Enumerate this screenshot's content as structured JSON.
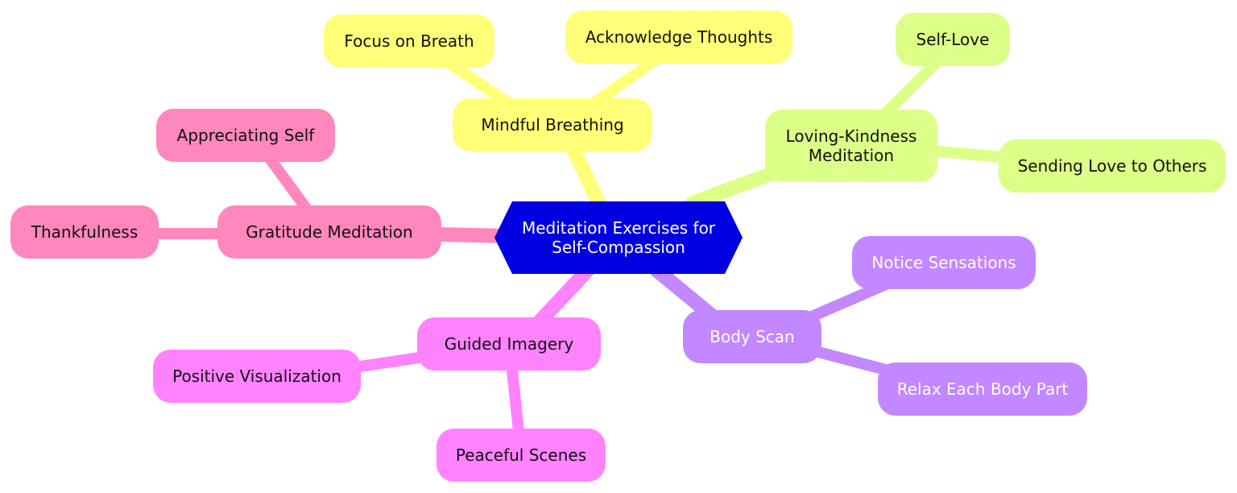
{
  "center": {
    "label": "Meditation Exercises for Self-Compassion",
    "line1": "Meditation Exercises for",
    "line2": "Self-Compassion"
  },
  "branches": {
    "mindful": {
      "label": "Mindful Breathing",
      "children": [
        "Focus on Breath",
        "Acknowledge Thoughts"
      ]
    },
    "loving": {
      "label": "Loving-Kindness Meditation",
      "line1": "Loving-Kindness",
      "line2": "Meditation",
      "children": [
        "Self-Love",
        "Sending Love to Others"
      ]
    },
    "body": {
      "label": "Body Scan",
      "children": [
        "Notice Sensations",
        "Relax Each Body Part"
      ]
    },
    "guided": {
      "label": "Guided Imagery",
      "children": [
        "Positive Visualization",
        "Peaceful Scenes"
      ]
    },
    "gratitude": {
      "label": "Gratitude Meditation",
      "children": [
        "Appreciating Self",
        "Thankfulness"
      ]
    }
  },
  "colors": {
    "center": "#0000e0",
    "yellow": "#ffff78",
    "green": "#dcff87",
    "purple": "#c387ff",
    "magenta": "#ff82ff",
    "pink": "#ff87bd",
    "text_dark": "#111111",
    "text_light": "#ffffff"
  }
}
